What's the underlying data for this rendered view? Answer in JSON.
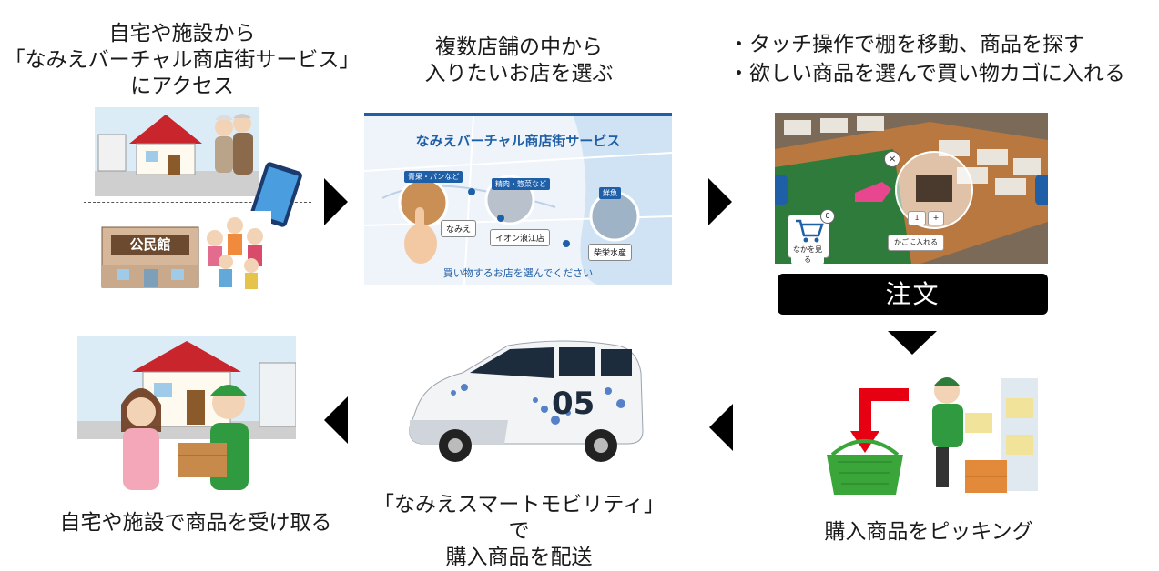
{
  "step1": {
    "caption": "自宅や施設から\n「なみえバーチャル商店街サービス」\nにアクセス",
    "kominkan_sign": "公民館"
  },
  "step2": {
    "caption": "複数店舗の中から\n入りたいお店を選ぶ",
    "map_title": "なみえバーチャル商店街サービス",
    "tags": [
      "青果・パンなど",
      "精肉・惣菜など",
      "鮮魚"
    ],
    "stores": [
      "なみえ",
      "イオン浪江店",
      "柴栄水産"
    ],
    "footer": "買い物するお店を選んでください"
  },
  "step3": {
    "bullets": [
      "・タッチ操作で棚を移動、商品を探す",
      "・欲しい商品を選んで買い物カゴに入れる"
    ],
    "cart_count": "0",
    "cart_label": "なかを見る",
    "quantity": "1",
    "plus": "+",
    "add_to_cart": "かごに入れる"
  },
  "order_label": "注文",
  "step4": {
    "caption": "購入商品をピッキング"
  },
  "step5": {
    "caption": "「なみえスマートモビリティ」で\n購入商品を配送",
    "van_number": "05"
  },
  "step6": {
    "caption": "自宅や施設で商品を受け取る"
  },
  "colors": {
    "accent_blue": "#1f5fa8",
    "red_arrow": "#e60012",
    "green_basket": "#3aa63a"
  }
}
